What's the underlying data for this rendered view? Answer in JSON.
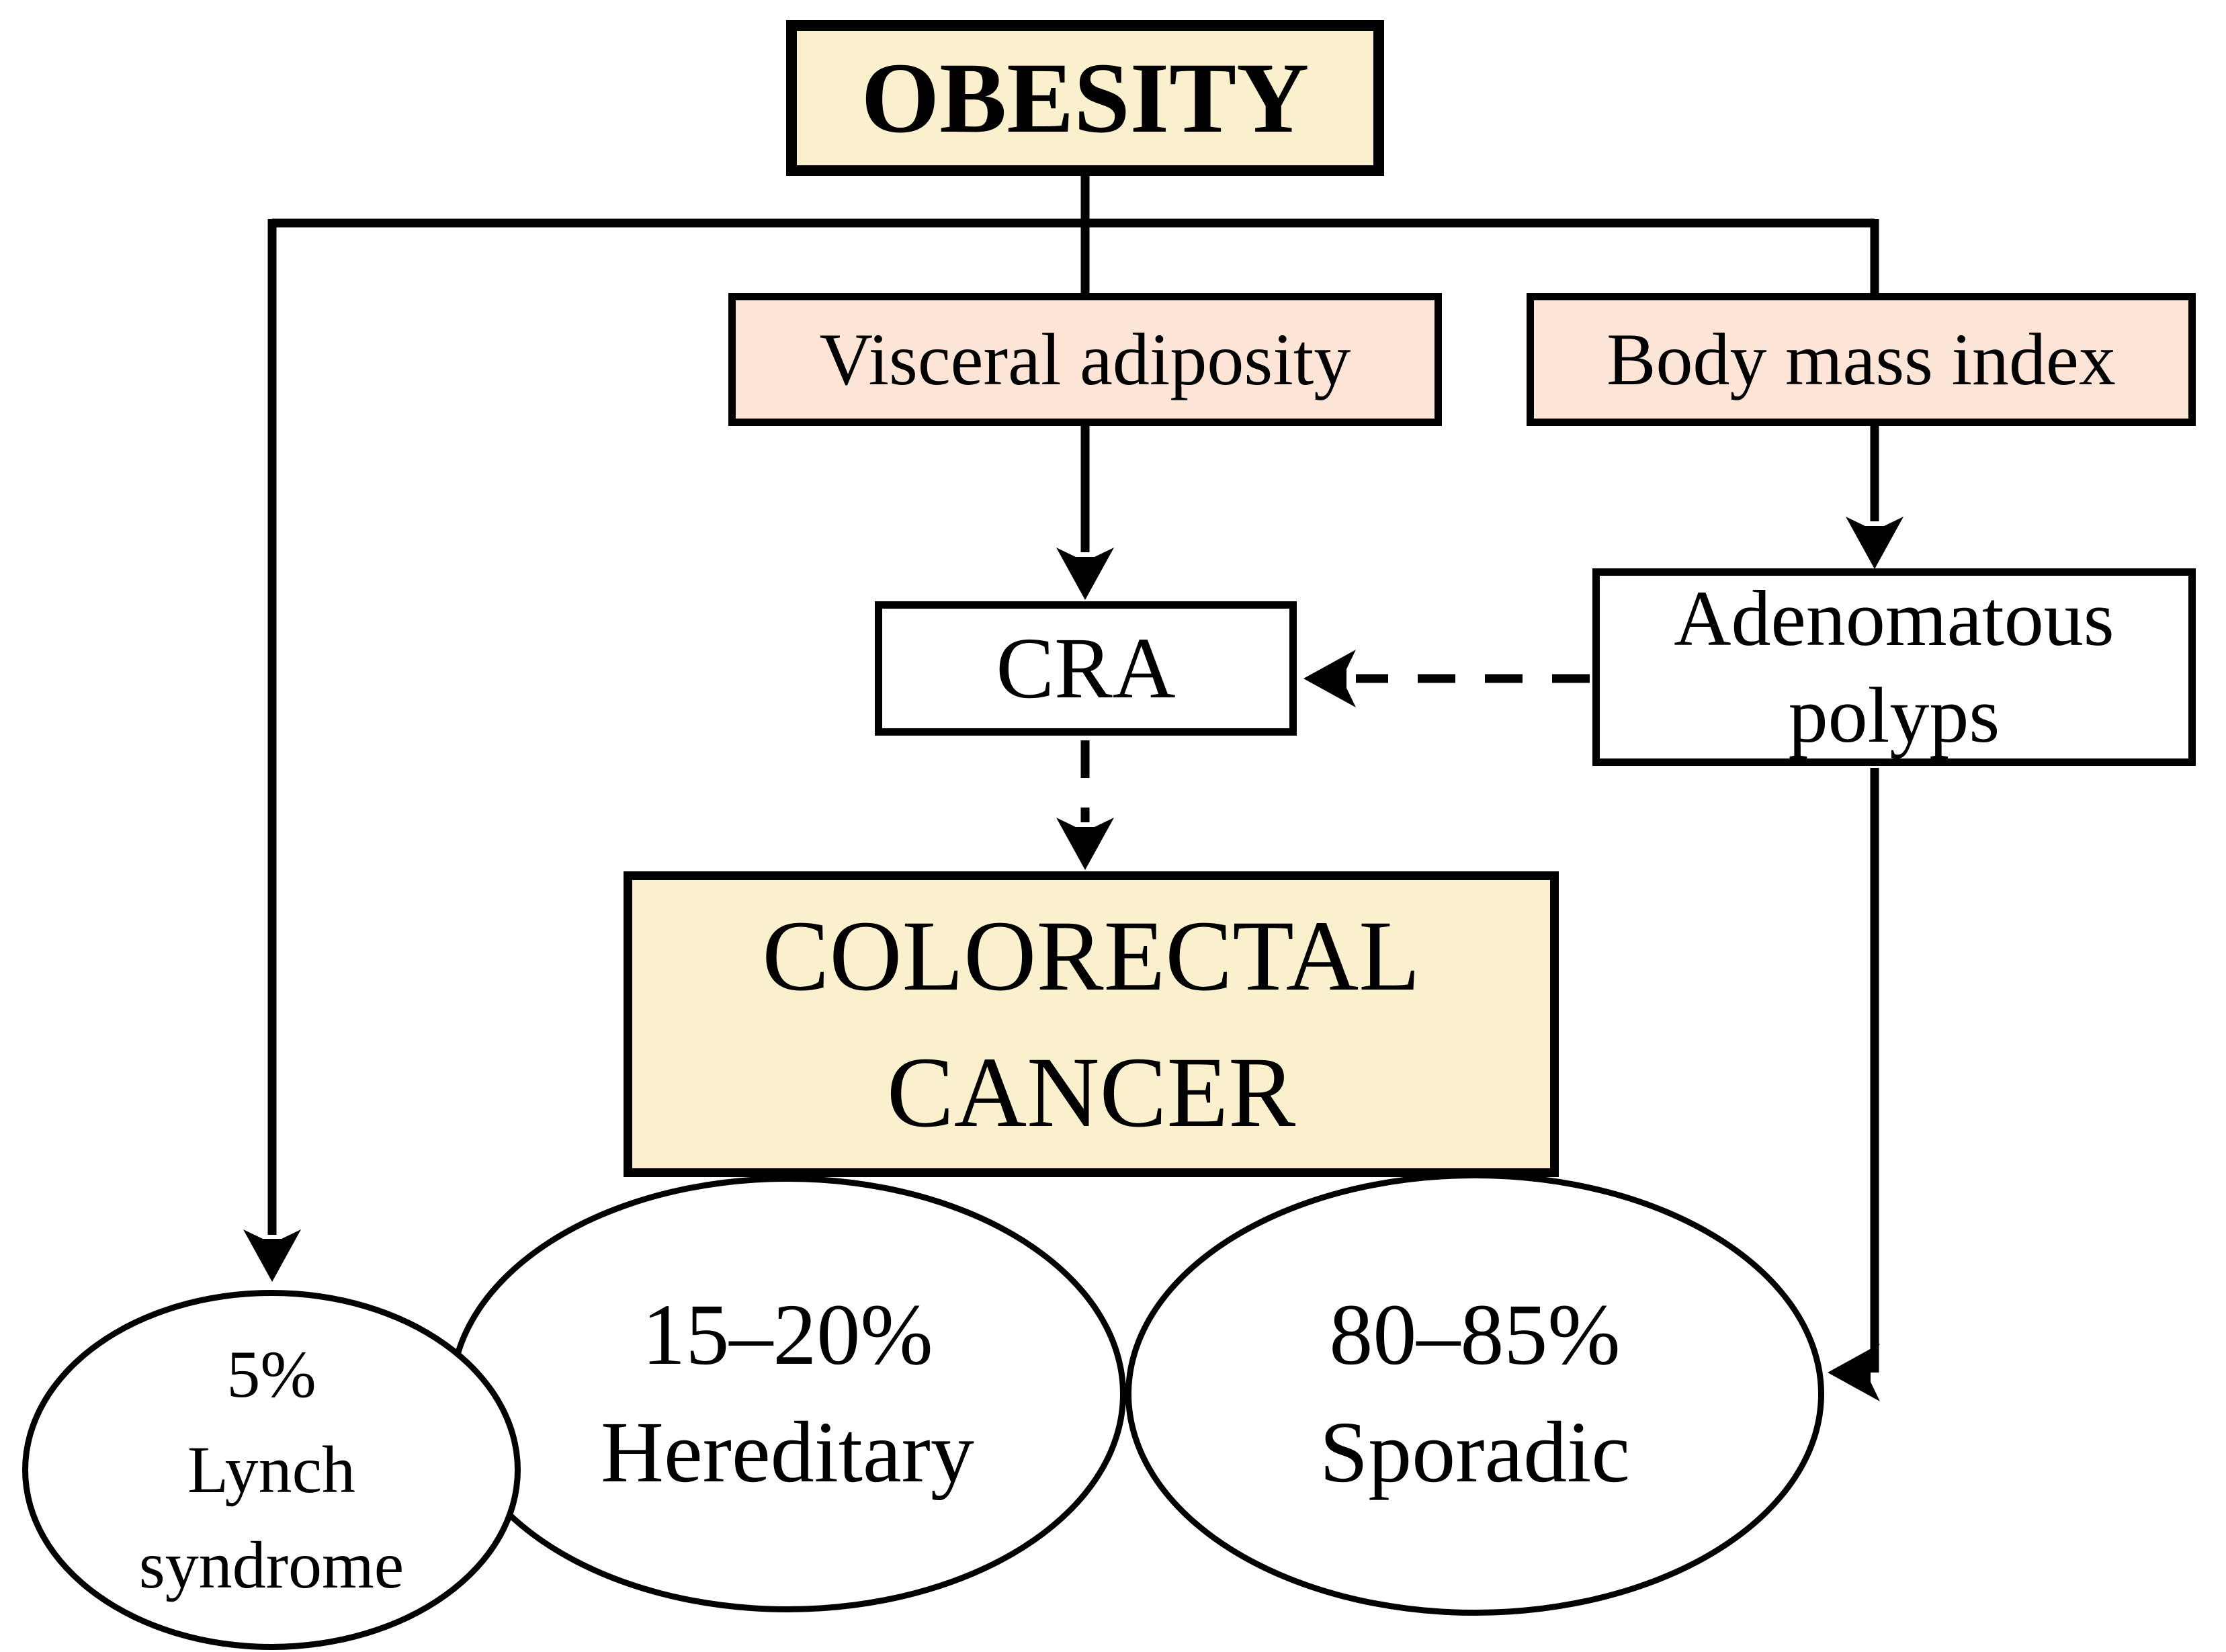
{
  "diagram": {
    "title": "Obesity and colorectal cancer pathway diagram",
    "nodes": {
      "obesity": {
        "label": "OBESITY"
      },
      "visceral": {
        "label": "Visceral adiposity"
      },
      "bmi": {
        "label": "Body mass index"
      },
      "cra": {
        "label": "CRA"
      },
      "adenomatous": {
        "line1": "Adenomatous",
        "line2": "polyps"
      },
      "colorectal": {
        "line1": "COLORECTAL",
        "line2": "CANCER"
      },
      "lynch": {
        "line1": "5%",
        "line2": "Lynch",
        "line3": "syndrome"
      },
      "hereditary": {
        "line1": "15–20%",
        "line2": "Hereditary"
      },
      "sporadic": {
        "line1": "80–85%",
        "line2": "Sporadic"
      }
    },
    "edges": [
      {
        "from": "OBESITY",
        "to": "Visceral adiposity",
        "style": "solid"
      },
      {
        "from": "OBESITY",
        "to": "Body mass index",
        "style": "solid"
      },
      {
        "from": "OBESITY",
        "to": "5% Lynch syndrome",
        "style": "solid-arrow"
      },
      {
        "from": "Visceral adiposity",
        "to": "CRA",
        "style": "solid-arrow"
      },
      {
        "from": "Body mass index",
        "to": "Adenomatous polyps",
        "style": "solid-arrow"
      },
      {
        "from": "Adenomatous polyps",
        "to": "CRA",
        "style": "dashed-arrow"
      },
      {
        "from": "CRA",
        "to": "COLORECTAL CANCER",
        "style": "dashed-arrow"
      },
      {
        "from": "Adenomatous polyps",
        "to": "80–85% Sporadic",
        "style": "solid-arrow"
      }
    ],
    "colors": {
      "cream": "#faf0ce",
      "pink": "#fce4d6",
      "white": "#ffffff",
      "line": "#000000"
    }
  }
}
